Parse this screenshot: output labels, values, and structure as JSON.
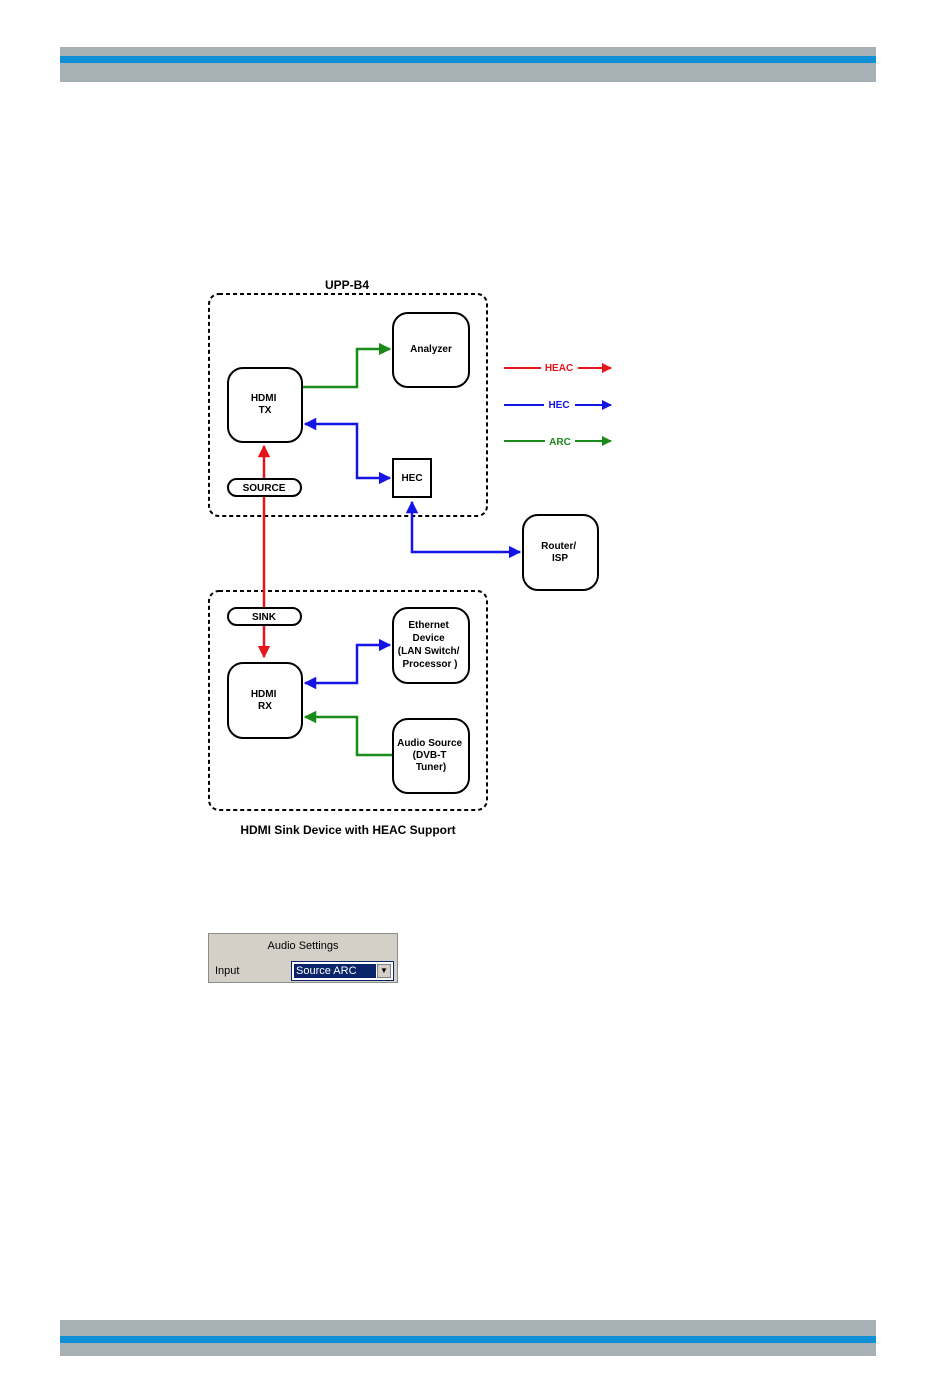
{
  "colors": {
    "heac": "#e8141b",
    "hec": "#1414e6",
    "arc": "#1a8a1a",
    "band_gray": "#a7b1b5",
    "band_blue": "#0f8fd6"
  },
  "diagram": {
    "top_group_label": "UPP-B4",
    "bottom_group_label": "HDMI Sink Device with HEAC Support",
    "nodes": {
      "analyzer": [
        "Analyzer"
      ],
      "hdmi_tx": [
        "HDMI",
        "TX"
      ],
      "hec": [
        "HEC"
      ],
      "source": [
        "SOURCE"
      ],
      "router": [
        "Router/",
        "ISP"
      ],
      "sink": [
        "SINK"
      ],
      "ethernet": [
        "Ethernet",
        "Device",
        "(LAN Switch/",
        "Processor )"
      ],
      "hdmi_rx": [
        "HDMI",
        "RX"
      ],
      "audio_source": [
        "Audio Source",
        "(DVB-T",
        "Tuner)"
      ]
    },
    "legend": [
      {
        "label": "HEAC",
        "color": "#e8141b"
      },
      {
        "label": "HEC",
        "color": "#1414e6"
      },
      {
        "label": "ARC",
        "color": "#1a8a1a"
      }
    ]
  },
  "audio_settings": {
    "title": "Audio Settings",
    "input_label": "Input",
    "input_value": "Source ARC"
  }
}
